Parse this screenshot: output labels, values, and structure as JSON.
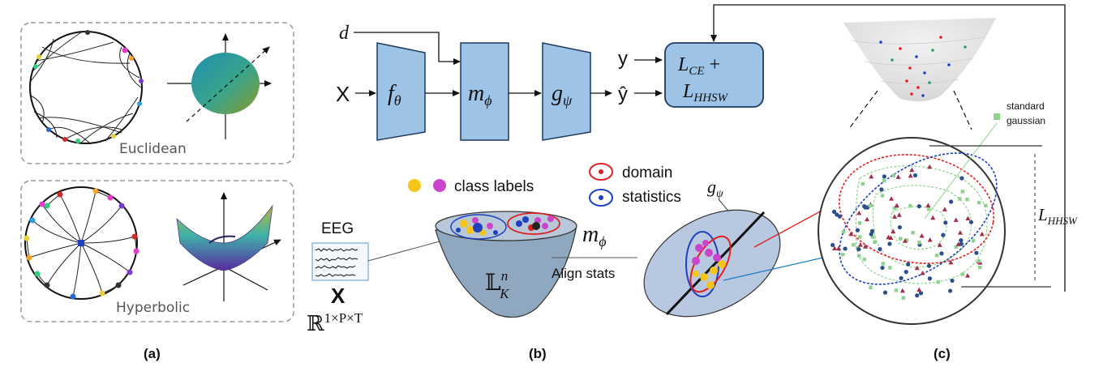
{
  "panel_a": {
    "euclidean_label": "Euclidean",
    "hyperbolic_label": "Hyperbolic",
    "caption": "(a)"
  },
  "panel_b": {
    "d_label": "d",
    "x_label": "X",
    "f_label": "f",
    "f_sub": "θ",
    "m_label": "m",
    "m_sub": "ϕ",
    "g_label": "g",
    "g_sub": "ψ",
    "y_label": "y",
    "yhat_label": "ŷ",
    "loss_line1_main": "L",
    "loss_line1_sub": "CE",
    "loss_line1_tail": "+",
    "loss_line2_main": "L",
    "loss_line2_sub": "HHSW",
    "class_labels": "class labels",
    "domain_label": "domain",
    "statistics_label": "statistics",
    "eeg_label": "EEG",
    "eeg_x": "X",
    "eeg_space_main": "ℝ",
    "eeg_space_sup": "1×P×T",
    "manifold_main": "𝕃",
    "manifold_sup": "n",
    "manifold_sub": "K",
    "align_m": "m",
    "align_m_sub": "ϕ",
    "align_stats": "Align stats",
    "g_psi_top": "g",
    "g_psi_top_sub": "ψ",
    "caption": "(b)"
  },
  "panel_c": {
    "legend_line1": "standard",
    "legend_line2": "gaussian",
    "dist_main": "L",
    "dist_sub": "HHSW",
    "caption": "(c)"
  },
  "colors": {
    "box_fill": "#9dc3e6",
    "box_stroke": "#1f3a5f",
    "class_yellow": "#f5c518",
    "class_magenta": "#cc44cc",
    "domain_red": "#e02020",
    "domain_blue": "#1f3fbf",
    "manifold_fill": "#8fa8bf",
    "gaussian_green": "#8fd18f"
  }
}
